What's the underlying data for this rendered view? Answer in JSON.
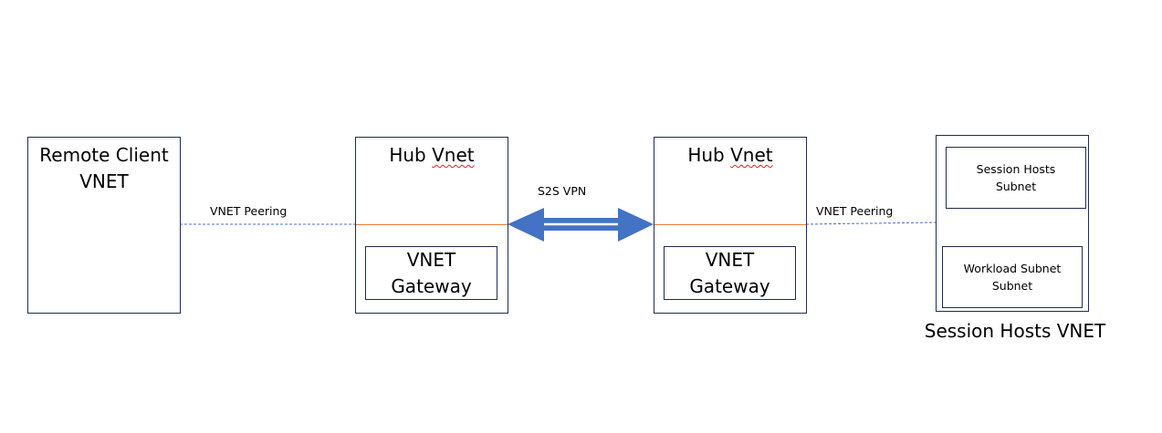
{
  "remote_client": {
    "line1": "Remote Client",
    "line2": "VNET"
  },
  "hub_left": {
    "title_word1": "Hub",
    "title_word2": "Vnet",
    "gateway_line1": "VNET",
    "gateway_line2": "Gateway"
  },
  "hub_right": {
    "title_word1": "Hub",
    "title_word2": "Vnet",
    "gateway_line1": "VNET",
    "gateway_line2": "Gateway"
  },
  "links": {
    "peering_left": "VNET Peering",
    "vpn": "S2S VPN",
    "peering_right": "VNET Peering"
  },
  "session_vnet": {
    "label": "Session Hosts VNET",
    "subnet1_line1": "Session Hosts",
    "subnet1_line2": "Subnet",
    "subnet2_line1": "Workload Subnet",
    "subnet2_line2": "Subnet"
  },
  "colors": {
    "border": "#1f2d4d",
    "peering": "#4472c4",
    "hub_line": "#ed7d31",
    "arrow": "#4472c4"
  }
}
